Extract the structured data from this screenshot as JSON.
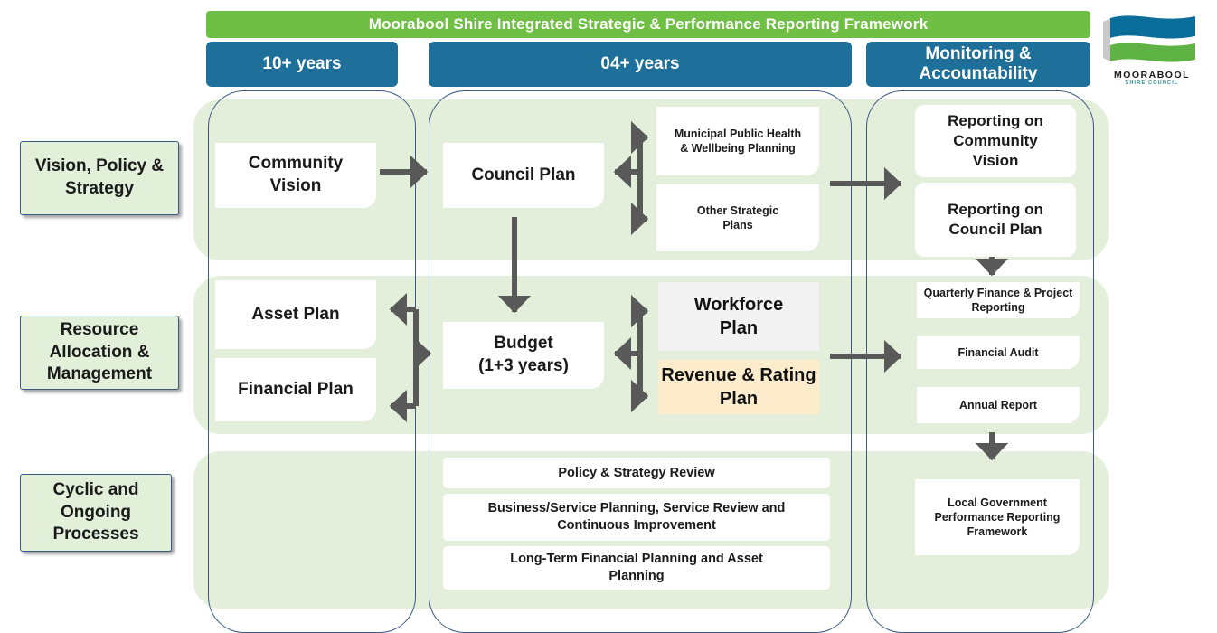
{
  "header": {
    "title": "Moorabool Shire Integrated Strategic & Performance Reporting Framework"
  },
  "columns": {
    "c1": "10+ years",
    "c2": "04+ years",
    "c3": "Monitoring & Accountability"
  },
  "logo": {
    "name": "MOORABOOL",
    "sub": "SHIRE COUNCIL",
    "colors": [
      "#0b6e9a",
      "#5fb344",
      "#ffffff"
    ]
  },
  "rows": {
    "r1": "Vision, Policy & Strategy",
    "r2": "Resource Allocation & Management",
    "r3": "Cyclic and Ongoing Processes"
  },
  "boxes": {
    "community_vision": "Community Vision",
    "council_plan": "Council Plan",
    "municipal_health": "Municipal Public Health & Wellbeing Planning",
    "other_strategic": "Other Strategic Plans",
    "reporting_vision": "Reporting on Community Vision",
    "reporting_council": "Reporting on Council Plan",
    "asset_plan": "Asset Plan",
    "financial_plan": "Financial Plan",
    "budget": "Budget (1+3 years)",
    "workforce_plan": "Workforce Plan",
    "revenue_plan": "Revenue & Rating Plan",
    "quarterly": "Quarterly Finance & Project Reporting",
    "financial_audit": "Financial Audit",
    "annual_report": "Annual Report",
    "lgprf": "Local Government Performance Reporting Framework",
    "policy_review": "Policy & Strategy Review",
    "business_planning": "Business/Service Planning, Service Review and Continuous Improvement",
    "ltfp": "Long-Term Financial Planning and Asset Planning"
  },
  "colors": {
    "title_green": "#6fbf44",
    "header_blue": "#1f6f9b",
    "band_green": "#e3efda",
    "workforce_bg": "#f2f2f2",
    "revenue_bg": "#fdeccb",
    "arrow": "#595959"
  }
}
